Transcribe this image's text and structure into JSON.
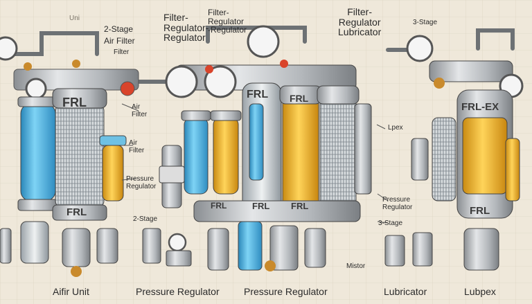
{
  "labels": {
    "uni": "Uni",
    "two_stage_air_filter": [
      "2-Stage",
      "Air Filter",
      "Filter"
    ],
    "filter_regulator_1": [
      "Filter-",
      "Regulator-",
      "Regulator"
    ],
    "filter_regulator_2": [
      "Filter-",
      "Regulator",
      "-Regulator"
    ],
    "filter_regulator_lubricator": [
      "Filter-",
      "Regulator",
      "Lubricator"
    ],
    "three_stage_top": "3-Stage",
    "air_filter_1": [
      "Air",
      "Filter"
    ],
    "air_filter_2": [
      "Air",
      "Filter"
    ],
    "pressure_regulator_mid": [
      "Pressure",
      "Regulator"
    ],
    "pressure_regulator_right": [
      "Pressure",
      "Regulator"
    ],
    "lpex": "Lpex",
    "two_stage_bottom": "2-Stage",
    "three_stage_bottom": "3-Stage",
    "mistor": "Mistor"
  },
  "unit_tags": {
    "frl_1": "FRL",
    "frl_2": "FRL",
    "frl_3": "FRL",
    "frl_4": "FRL",
    "frl_5": "FRL",
    "frl_6": "FRL",
    "frl_7": "FRL",
    "frlex": "FRL-EX",
    "frl_8": "FRL"
  },
  "captions": {
    "air_unit": "Aifir Unit",
    "pressure_regulator_small": "Pressure Regulator",
    "pressure_regulator_large": "Pressure Regulator",
    "lubricator": "Lubricator",
    "lubpex": "Lubpex"
  },
  "colors": {
    "background": "#efe8da",
    "metal": "#b8bcc0",
    "blue_bowl": "#4fb3e0",
    "yellow_bowl": "#f0b52c",
    "brass": "#c98a2c",
    "red_knob": "#d9442b"
  }
}
